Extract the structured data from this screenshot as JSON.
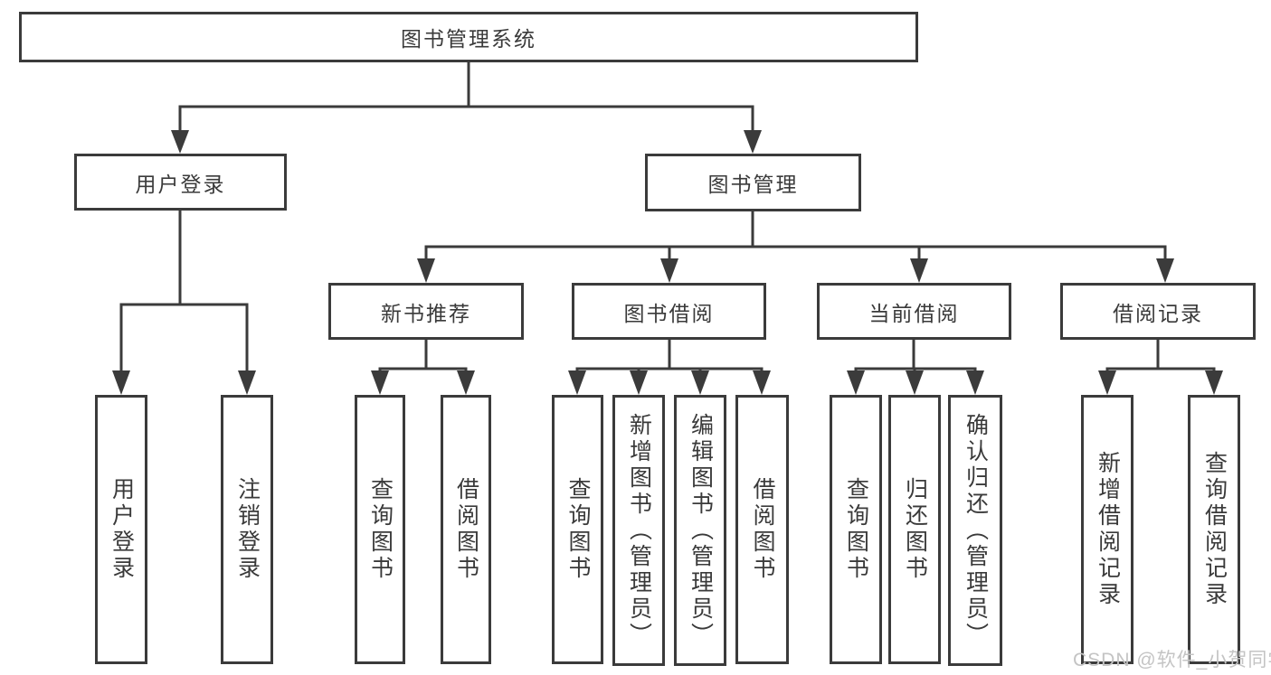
{
  "diagram": {
    "root": {
      "label": "图书管理系统"
    },
    "level2": [
      {
        "label": "用户登录"
      },
      {
        "label": "图书管理"
      }
    ],
    "level3": [
      {
        "label": "新书推荐",
        "parent": "图书管理"
      },
      {
        "label": "图书借阅",
        "parent": "图书管理"
      },
      {
        "label": "当前借阅",
        "parent": "图书管理"
      },
      {
        "label": "借阅记录",
        "parent": "图书管理"
      }
    ],
    "leaves": [
      {
        "label": "用户登录",
        "parent": "用户登录"
      },
      {
        "label": "注销登录",
        "parent": "用户登录"
      },
      {
        "label": "查询图书",
        "parent": "新书推荐"
      },
      {
        "label": "借阅图书",
        "parent": "新书推荐"
      },
      {
        "label": "查询图书",
        "parent": "图书借阅"
      },
      {
        "label": "新增图书（管理员）",
        "parent": "图书借阅"
      },
      {
        "label": "编辑图书（管理员）",
        "parent": "图书借阅"
      },
      {
        "label": "借阅图书",
        "parent": "图书借阅"
      },
      {
        "label": "查询图书",
        "parent": "当前借阅"
      },
      {
        "label": "归还图书",
        "parent": "当前借阅"
      },
      {
        "label": "确认归还（管理员）",
        "parent": "当前借阅"
      },
      {
        "label": "新增借阅记录",
        "parent": "借阅记录"
      },
      {
        "label": "查询借阅记录",
        "parent": "借阅记录"
      }
    ],
    "watermark": "CSDN @软件_小贺同学",
    "colors": {
      "line": "#3b3b3b",
      "box_border": "#3b3b3b",
      "box_fill": "#ffffff",
      "text": "#3a3a3a",
      "watermark": "#c4c4c4",
      "background": "#ffffff"
    }
  }
}
